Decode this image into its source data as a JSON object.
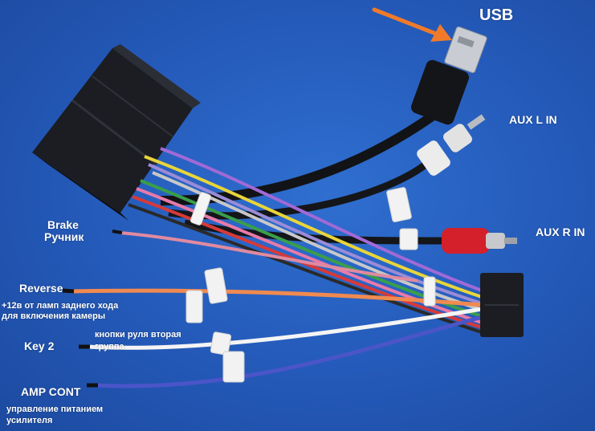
{
  "labels": {
    "usb": "USB",
    "aux_l": "AUX L IN",
    "aux_r": "AUX R IN",
    "brake": "Brake",
    "brake_ru": "Ручник",
    "reverse": "Reverse",
    "reverse_desc_1": "+12в от ламп заднего хода",
    "reverse_desc_2": "для включения камеры",
    "key2": "Key 2",
    "key2_desc_1": "кнопки руля вторая",
    "key2_desc_2": "группа",
    "amp": "AMP CONT",
    "amp_desc_1": "управление питанием",
    "amp_desc_2": "усилителя"
  },
  "colors": {
    "background": "#2459b8",
    "connector": "#1b1d22",
    "arrow": "#f07a2a",
    "label_text": "#ffffff"
  },
  "icons": [
    "usb-plug-icon",
    "rca-plug-white-icon",
    "rca-plug-red-icon",
    "arrow-icon"
  ]
}
